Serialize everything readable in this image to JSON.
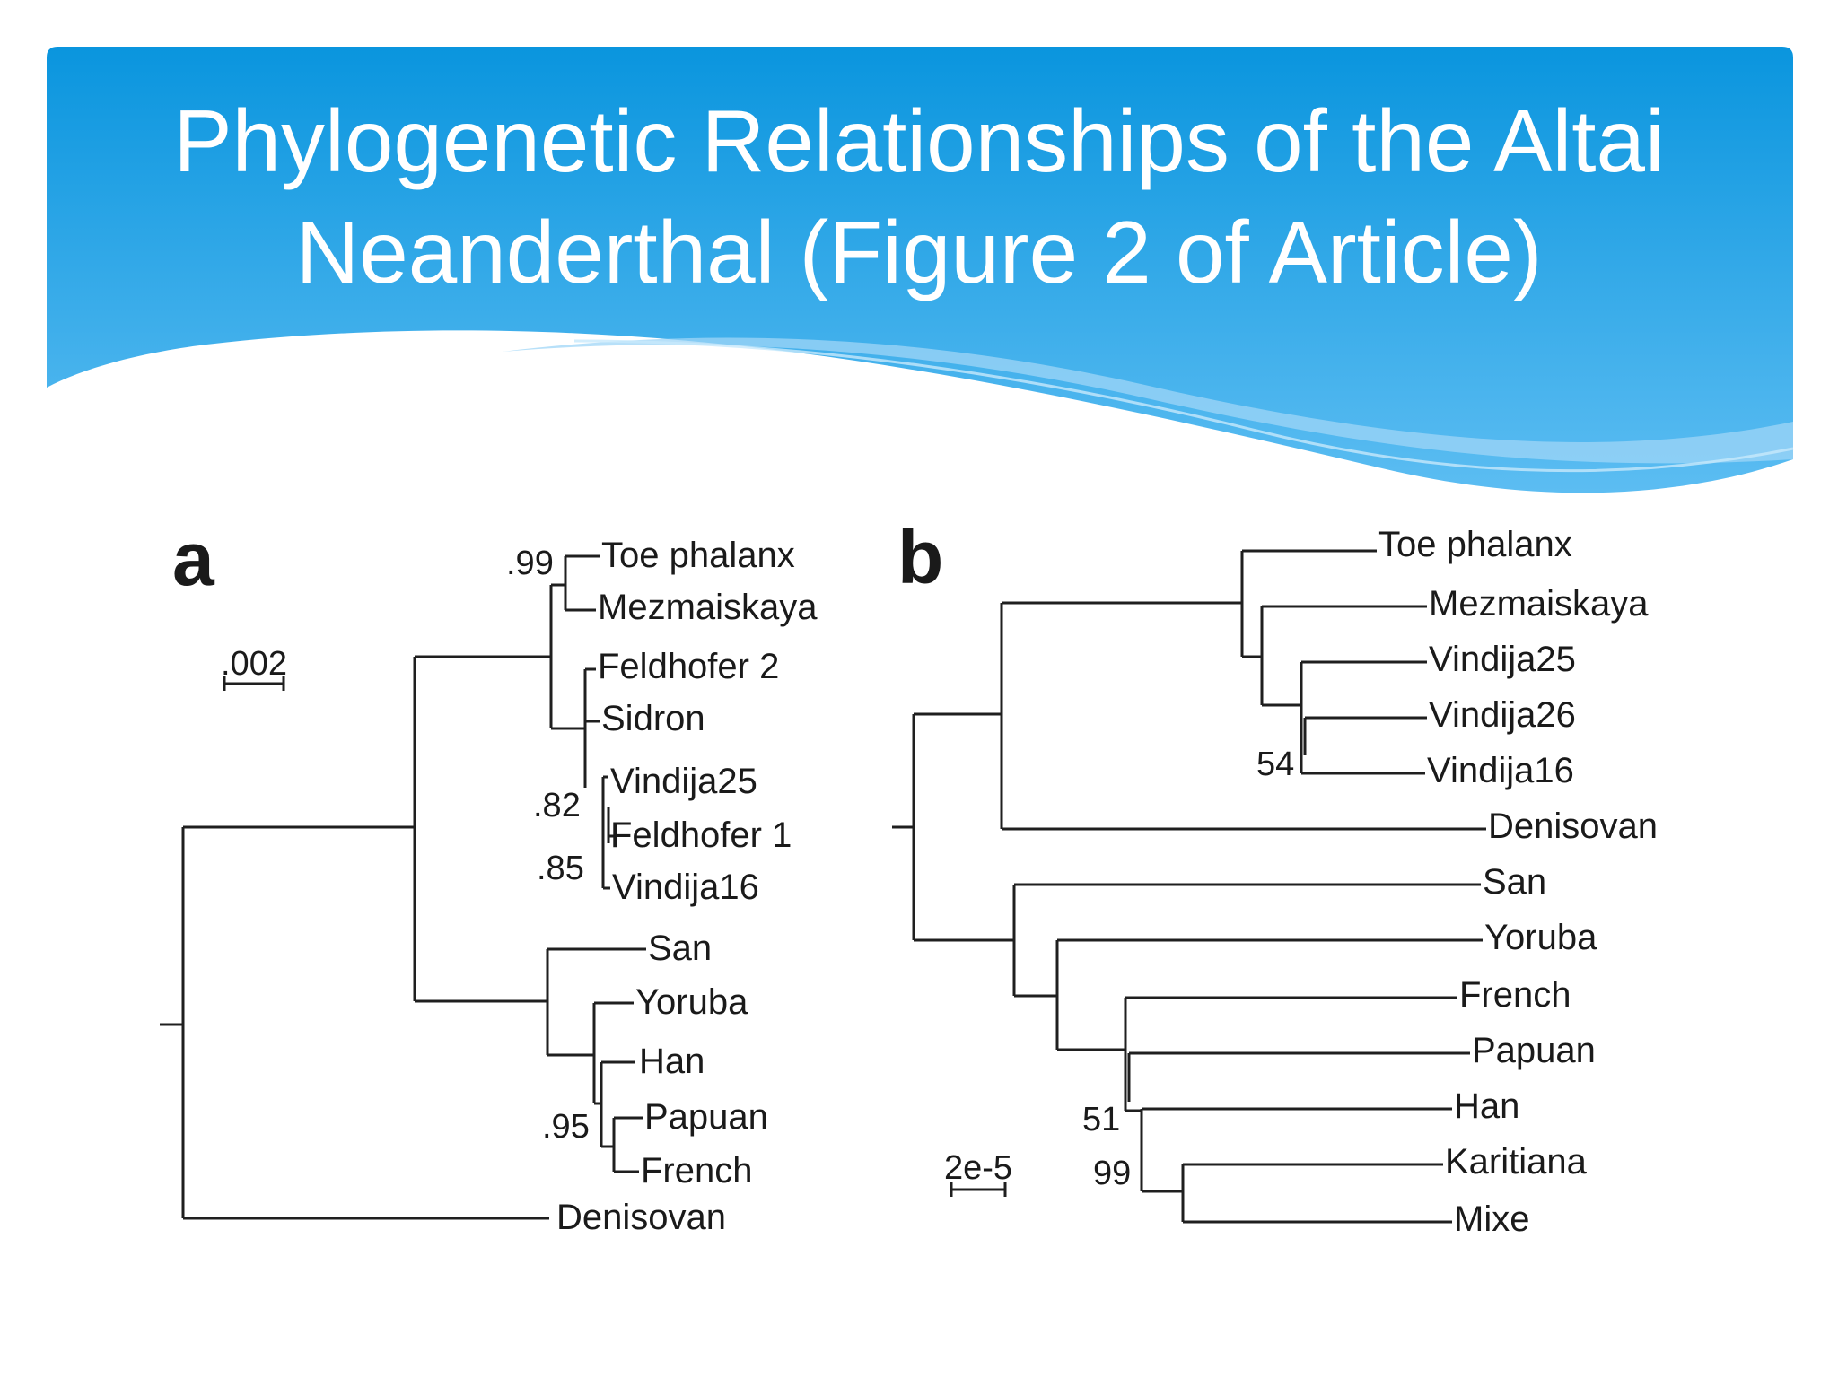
{
  "slide": {
    "title": "Phylogenetic Relationships of the Altai Neanderthal (Figure 2 of Article)"
  },
  "colors": {
    "header_top": "#0a95de",
    "header_bottom": "#5cbdf2",
    "wave_light": "#9fd6f7",
    "tree_line": "#1f1f1f"
  },
  "figure": {
    "panel_a": {
      "label": "a",
      "scale_label": ".002",
      "tips": [
        "Toe phalanx",
        "Mezmaiskaya",
        "Feldhofer 2",
        "Sidron",
        "Vindija25",
        "Feldhofer 1",
        "Vindija16",
        "San",
        "Yoruba",
        "Han",
        "Papuan",
        "French",
        "Denisovan"
      ],
      "support": [
        ".99",
        ".82",
        ".85",
        ".95"
      ]
    },
    "panel_b": {
      "label": "b",
      "scale_label": "2e-5",
      "tips": [
        "Toe phalanx",
        "Mezmaiskaya",
        "Vindija25",
        "Vindija26",
        "Vindija16",
        "Denisovan",
        "San",
        "Yoruba",
        "French",
        "Papuan",
        "Han",
        "Karitiana",
        "Mixe"
      ],
      "support": [
        "54",
        "51",
        "99"
      ]
    }
  }
}
